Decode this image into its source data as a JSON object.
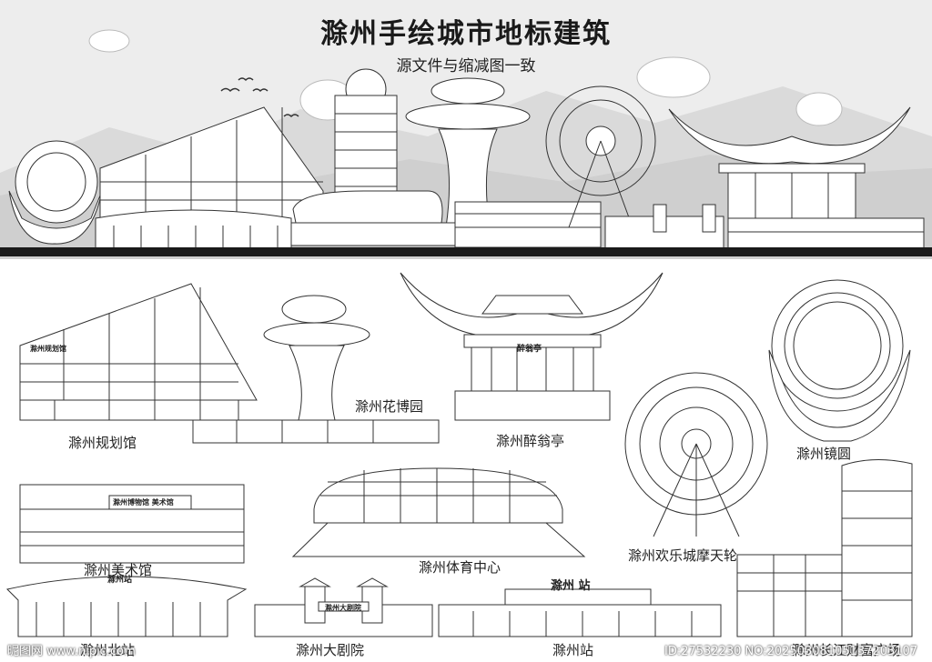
{
  "header": {
    "title": "滁州手绘城市地标建筑",
    "subtitle": "源文件与缩减图一致"
  },
  "landmarks": [
    {
      "id": "planning",
      "caption": "滁州规划馆",
      "sign": "滁州规划馆"
    },
    {
      "id": "flower",
      "caption": "滁州花博园"
    },
    {
      "id": "pavilion",
      "caption": "滁州醉翁亭",
      "sign": "醉翁亭"
    },
    {
      "id": "mirror",
      "caption": "滁州镜圆"
    },
    {
      "id": "ferris",
      "caption": "滁州欢乐城摩天轮"
    },
    {
      "id": "museum",
      "caption": "滁州美术馆",
      "sign": "滁州博物馆 美术馆"
    },
    {
      "id": "stadium",
      "caption": "滁州体育中心"
    },
    {
      "id": "north",
      "caption": "滁州北站",
      "sign": "滁州站"
    },
    {
      "id": "theatre",
      "caption": "滁州大剧院",
      "sign": "滁州大剧院"
    },
    {
      "id": "station",
      "caption": "滁州站",
      "sign": "滁州 站"
    },
    {
      "id": "plaza",
      "caption": "滁州长江财富广场"
    }
  ],
  "watermark": {
    "left": "昵图网 www.nipic.com",
    "right": "ID:27532230 NO:20250308105137203107"
  },
  "colors": {
    "line": "#333333",
    "banner_bg": "#ececec",
    "mountain": "#d4d4d4",
    "ground": "#1a1a1a"
  }
}
